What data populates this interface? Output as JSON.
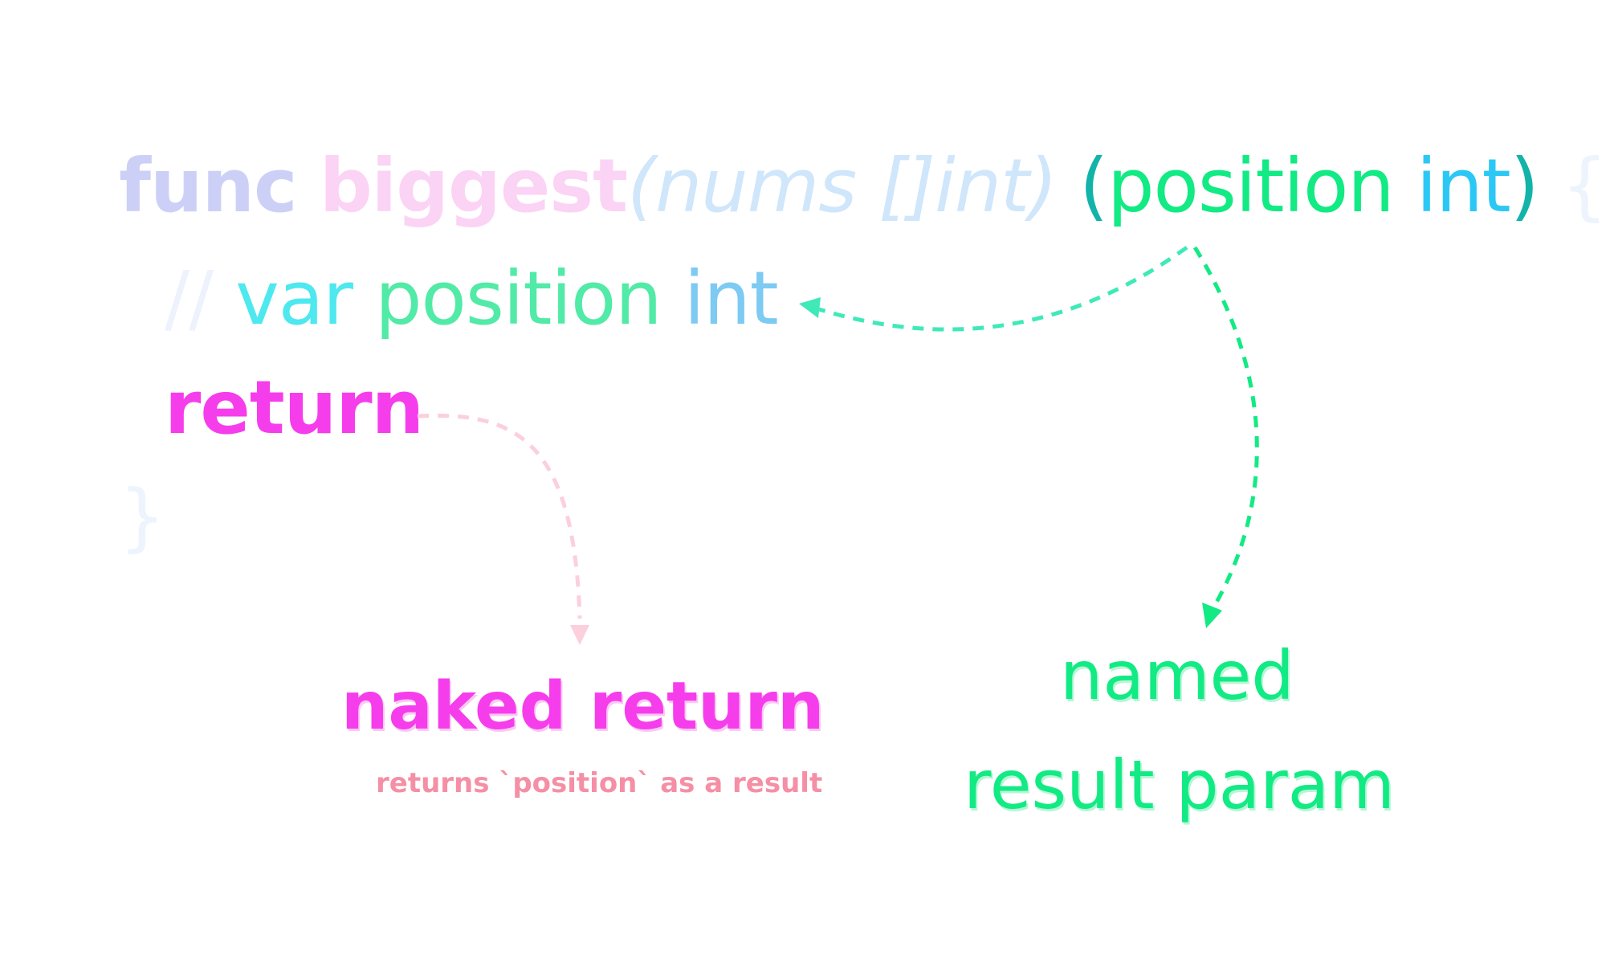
{
  "code": {
    "line1": {
      "func_kw": "func",
      "func_name": "biggest",
      "params": "(nums []int)",
      "result_open": "(",
      "result_name": "position",
      "result_type": "int",
      "result_close": ")",
      "brace_open": "{"
    },
    "line2": {
      "comment_marker": "//",
      "var_kw": "var",
      "var_name": "position",
      "var_type": "int"
    },
    "line3": {
      "return_kw": "return"
    },
    "line4": {
      "brace_close": "}"
    }
  },
  "annotations": {
    "naked_return": {
      "title": "naked return",
      "subtitle": "returns `position` as a result"
    },
    "named_result": {
      "line1": "named",
      "line2": "result param"
    }
  },
  "colors": {
    "func_kw": "#cdd0f6",
    "func_name": "#fbd3f5",
    "params": "#cfe6fb",
    "paren": "#12b3a8",
    "result_name": "#12ea84",
    "result_type": "#2cc8f5",
    "var_kw": "#4ee8ef",
    "var_name": "#52eaa7",
    "var_type": "#7dcaf3",
    "return_kw": "#f63dec",
    "naked_subtitle": "#f58fa5",
    "arrow_to_comment": "#3fe9b8",
    "arrow_to_label": "#12ea84",
    "arrow_pink": "#fbd0dc"
  }
}
